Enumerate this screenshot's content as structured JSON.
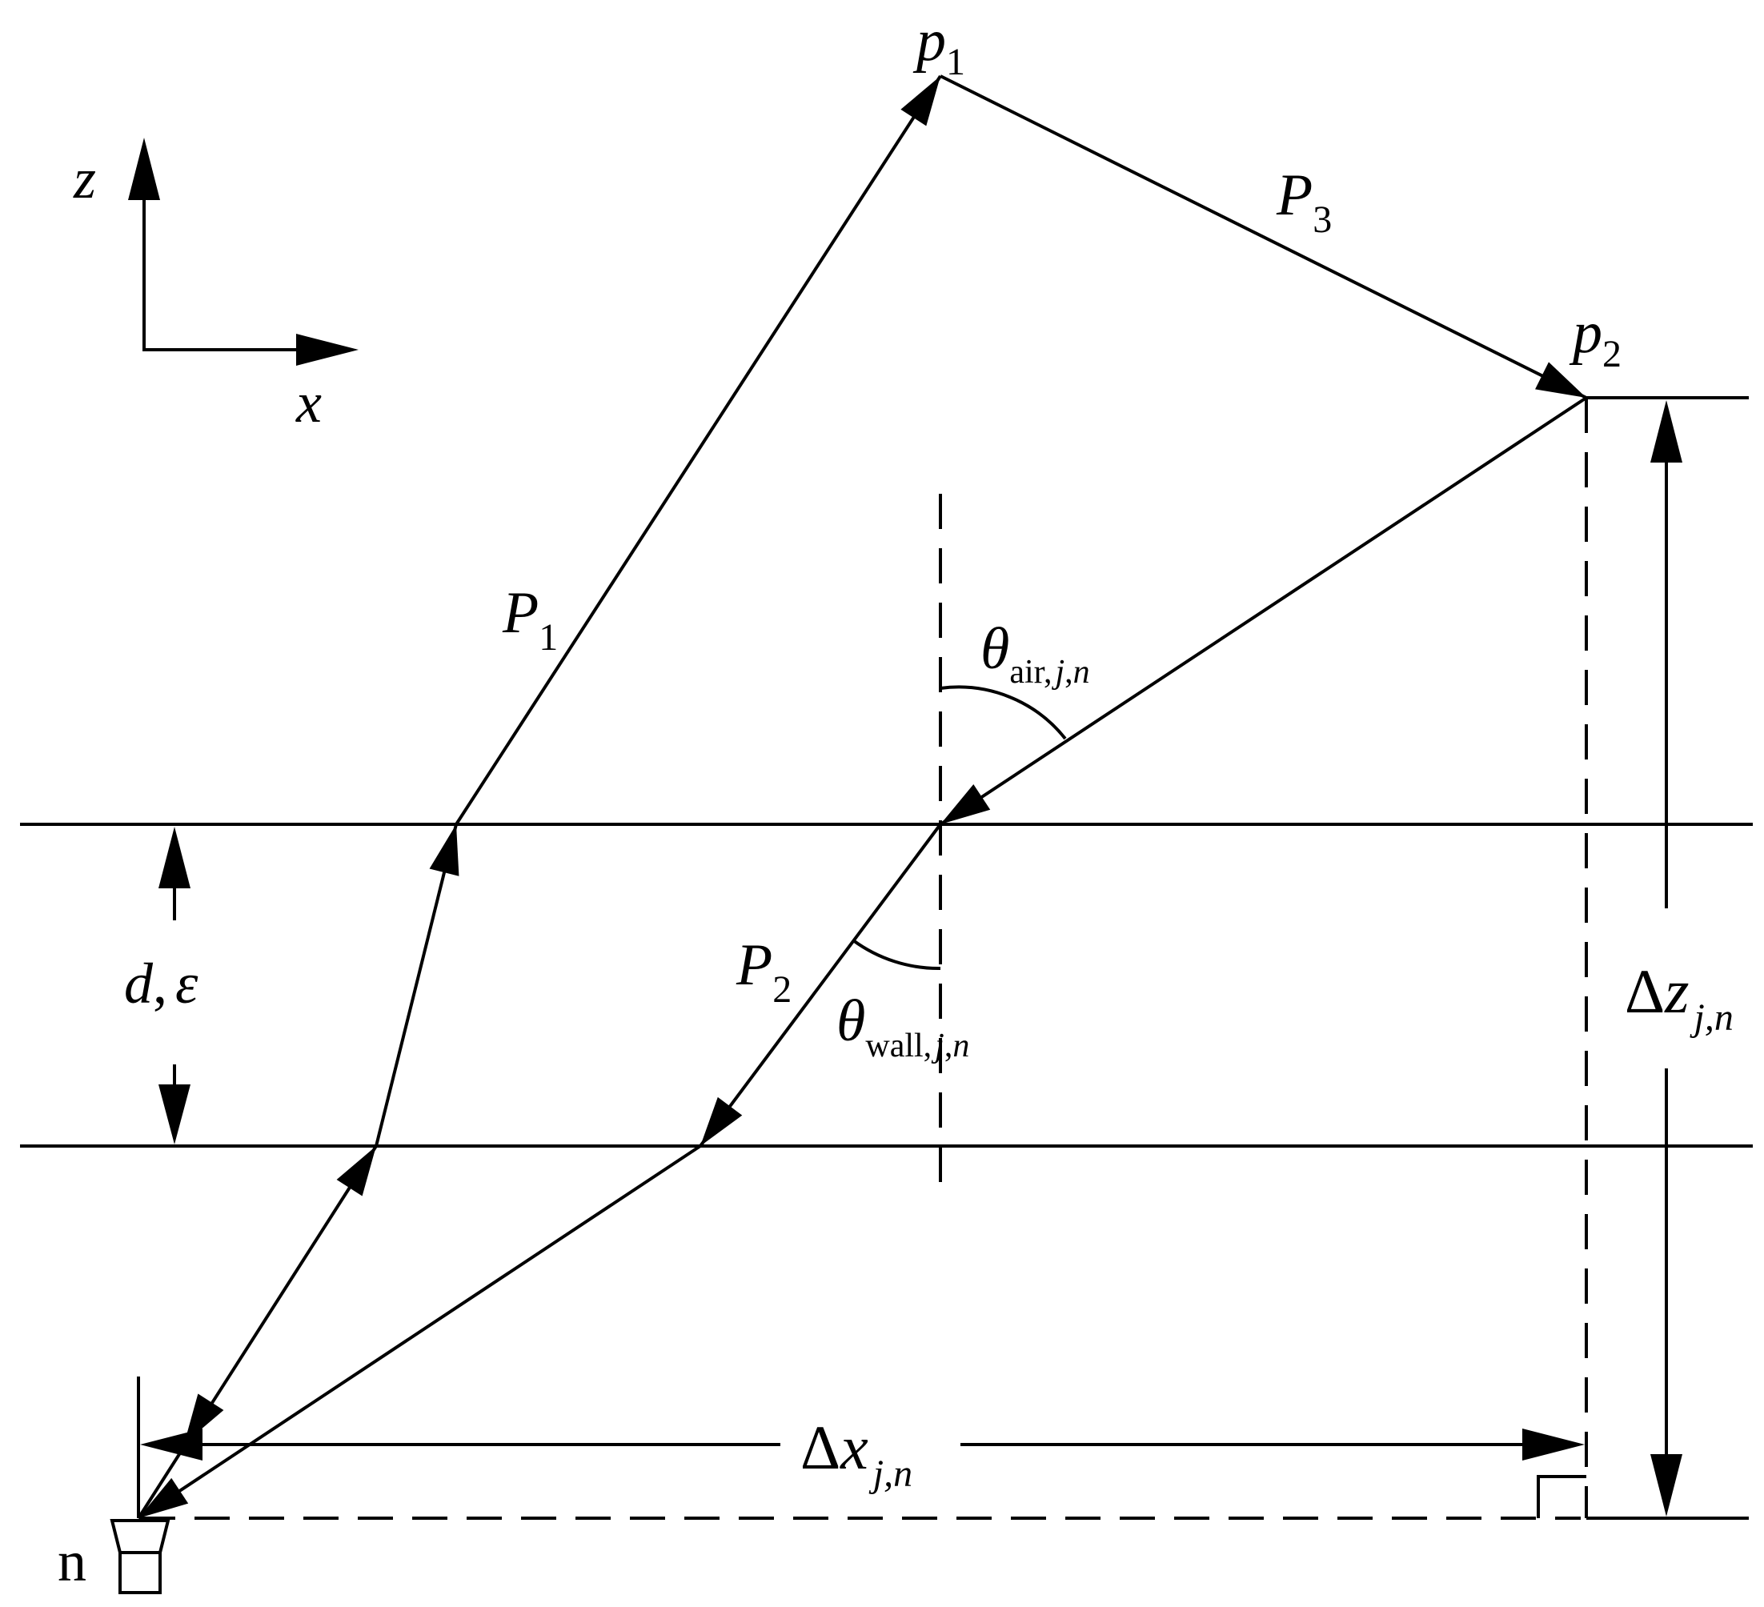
{
  "axes": {
    "z": "z",
    "x": "x"
  },
  "points": {
    "p1": {
      "base": "p",
      "sub": "1"
    },
    "p2": {
      "base": "p",
      "sub": "2"
    }
  },
  "paths": {
    "P1": {
      "base": "P",
      "sub": "1"
    },
    "P2": {
      "base": "P",
      "sub": "2"
    },
    "P3": {
      "base": "P",
      "sub": "3"
    }
  },
  "angles": {
    "air": {
      "base": "θ",
      "sub_upright": "air,",
      "sub_italic": "j",
      "sub_comma": ",",
      "sub_italic2": "n"
    },
    "wall": {
      "base": "θ",
      "sub_upright": "wall,",
      "sub_italic": "j",
      "sub_comma": ",",
      "sub_italic2": "n"
    }
  },
  "wall_params": {
    "d": "d",
    "comma": ",",
    "eps": "ε"
  },
  "dims": {
    "dx": {
      "base": "Δ",
      "var": "x",
      "sub": "j,n"
    },
    "dz": {
      "base": "Δ",
      "var": "z",
      "sub": "j,n"
    }
  },
  "antenna": {
    "label": "n"
  }
}
